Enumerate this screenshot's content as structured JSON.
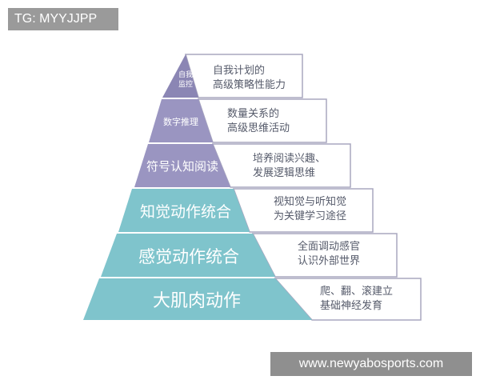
{
  "corner_tag": "TG: MYYJJPP",
  "watermark": "www.newyabosports.com",
  "colors": {
    "purple_dark": "#8b86b4",
    "purple_mid": "#9a95c1",
    "teal": "#7fc4cc",
    "teal_dark": "#5fb0ba",
    "box_border": "#a9a7bf"
  },
  "levels": [
    {
      "label": "自我监控",
      "desc_lines": [
        "自我计划的",
        "高级策略性能力"
      ]
    },
    {
      "label": "数字推理",
      "desc_lines": [
        "数量关系的",
        "高级思维活动"
      ]
    },
    {
      "label": "符号认知阅读",
      "desc_lines": [
        "培养阅读兴趣、",
        "发展逻辑思维"
      ]
    },
    {
      "label": "知觉动作统合",
      "desc_lines": [
        "视知觉与听知觉",
        "为关键学习途径"
      ]
    },
    {
      "label": "感觉动作统合",
      "desc_lines": [
        "全面调动感官",
        "认识外部世界"
      ]
    },
    {
      "label": "大肌肉动作",
      "desc_lines": [
        "爬、翻、滚建立",
        "基础神经发育"
      ]
    }
  ]
}
